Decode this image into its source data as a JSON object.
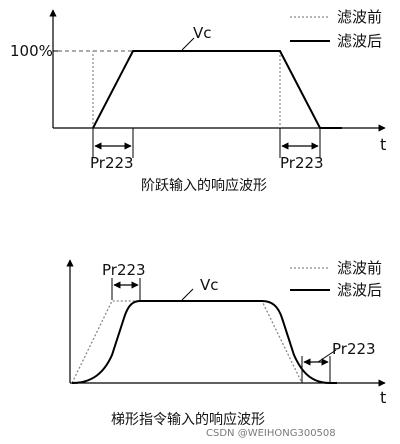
{
  "diagram1": {
    "percent_label": "100%",
    "vc_label": "Vc",
    "time_axis_label": "t",
    "pr_label_left": "Pr223",
    "pr_label_right": "Pr223",
    "legend_before": "滤波前",
    "legend_after": "滤波后",
    "caption": "阶跃输入的响应波形"
  },
  "diagram2": {
    "vc_label": "Vc",
    "time_axis_label": "t",
    "pr_label_top": "Pr223",
    "pr_label_right": "Pr223",
    "legend_before": "滤波前",
    "legend_after": "滤波后",
    "caption": "梯形指令输入的响应波形"
  },
  "watermark": "CSDN @WEIHONG300508"
}
